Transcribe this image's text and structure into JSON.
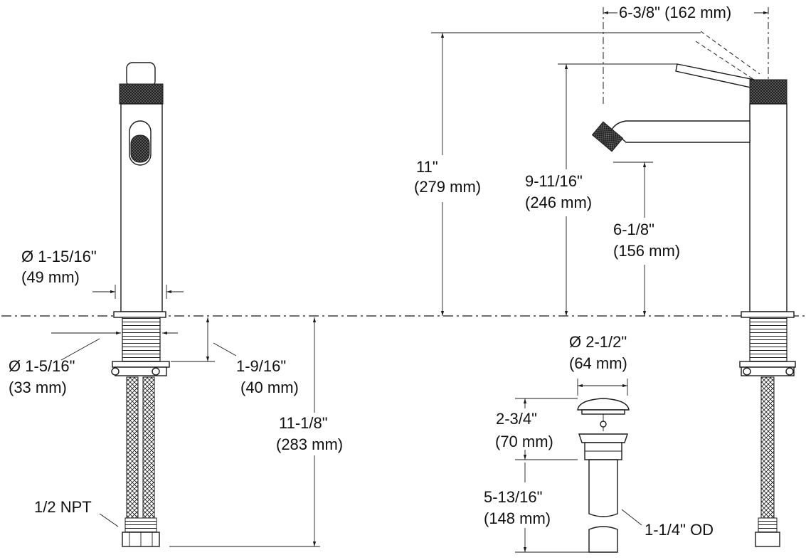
{
  "colors": {
    "ink": "#1a1a1a",
    "background": "#ffffff"
  },
  "labels": {
    "spout_reach_in": "6-3/8\" (162 mm)",
    "height_in": "11\"",
    "height_mm": "(279 mm)",
    "spout_top_in": "9-11/16\"",
    "spout_top_mm": "(246 mm)",
    "spout_outlet_in": "6-1/8\"",
    "spout_outlet_mm": "(156 mm)",
    "body_dia_in": "Ø 1-15/16\"",
    "body_dia_mm": "(49 mm)",
    "shank_dia_in": "Ø 1-5/16\"",
    "shank_dia_mm": "(33 mm)",
    "shank_len_in": "1-9/16\"",
    "shank_len_mm": "(40 mm)",
    "supply_len_in": "11-1/8\"",
    "supply_len_mm": "(283 mm)",
    "thread": "1/2 NPT",
    "drain_dia_in": "Ø 2-1/2\"",
    "drain_dia_mm": "(64 mm)",
    "drain_top_in": "2-3/4\"",
    "drain_top_mm": "(70 mm)",
    "drain_tail_in": "5-13/16\"",
    "drain_tail_mm": "(148 mm)",
    "tailpiece_od": "1-1/4\" OD"
  }
}
